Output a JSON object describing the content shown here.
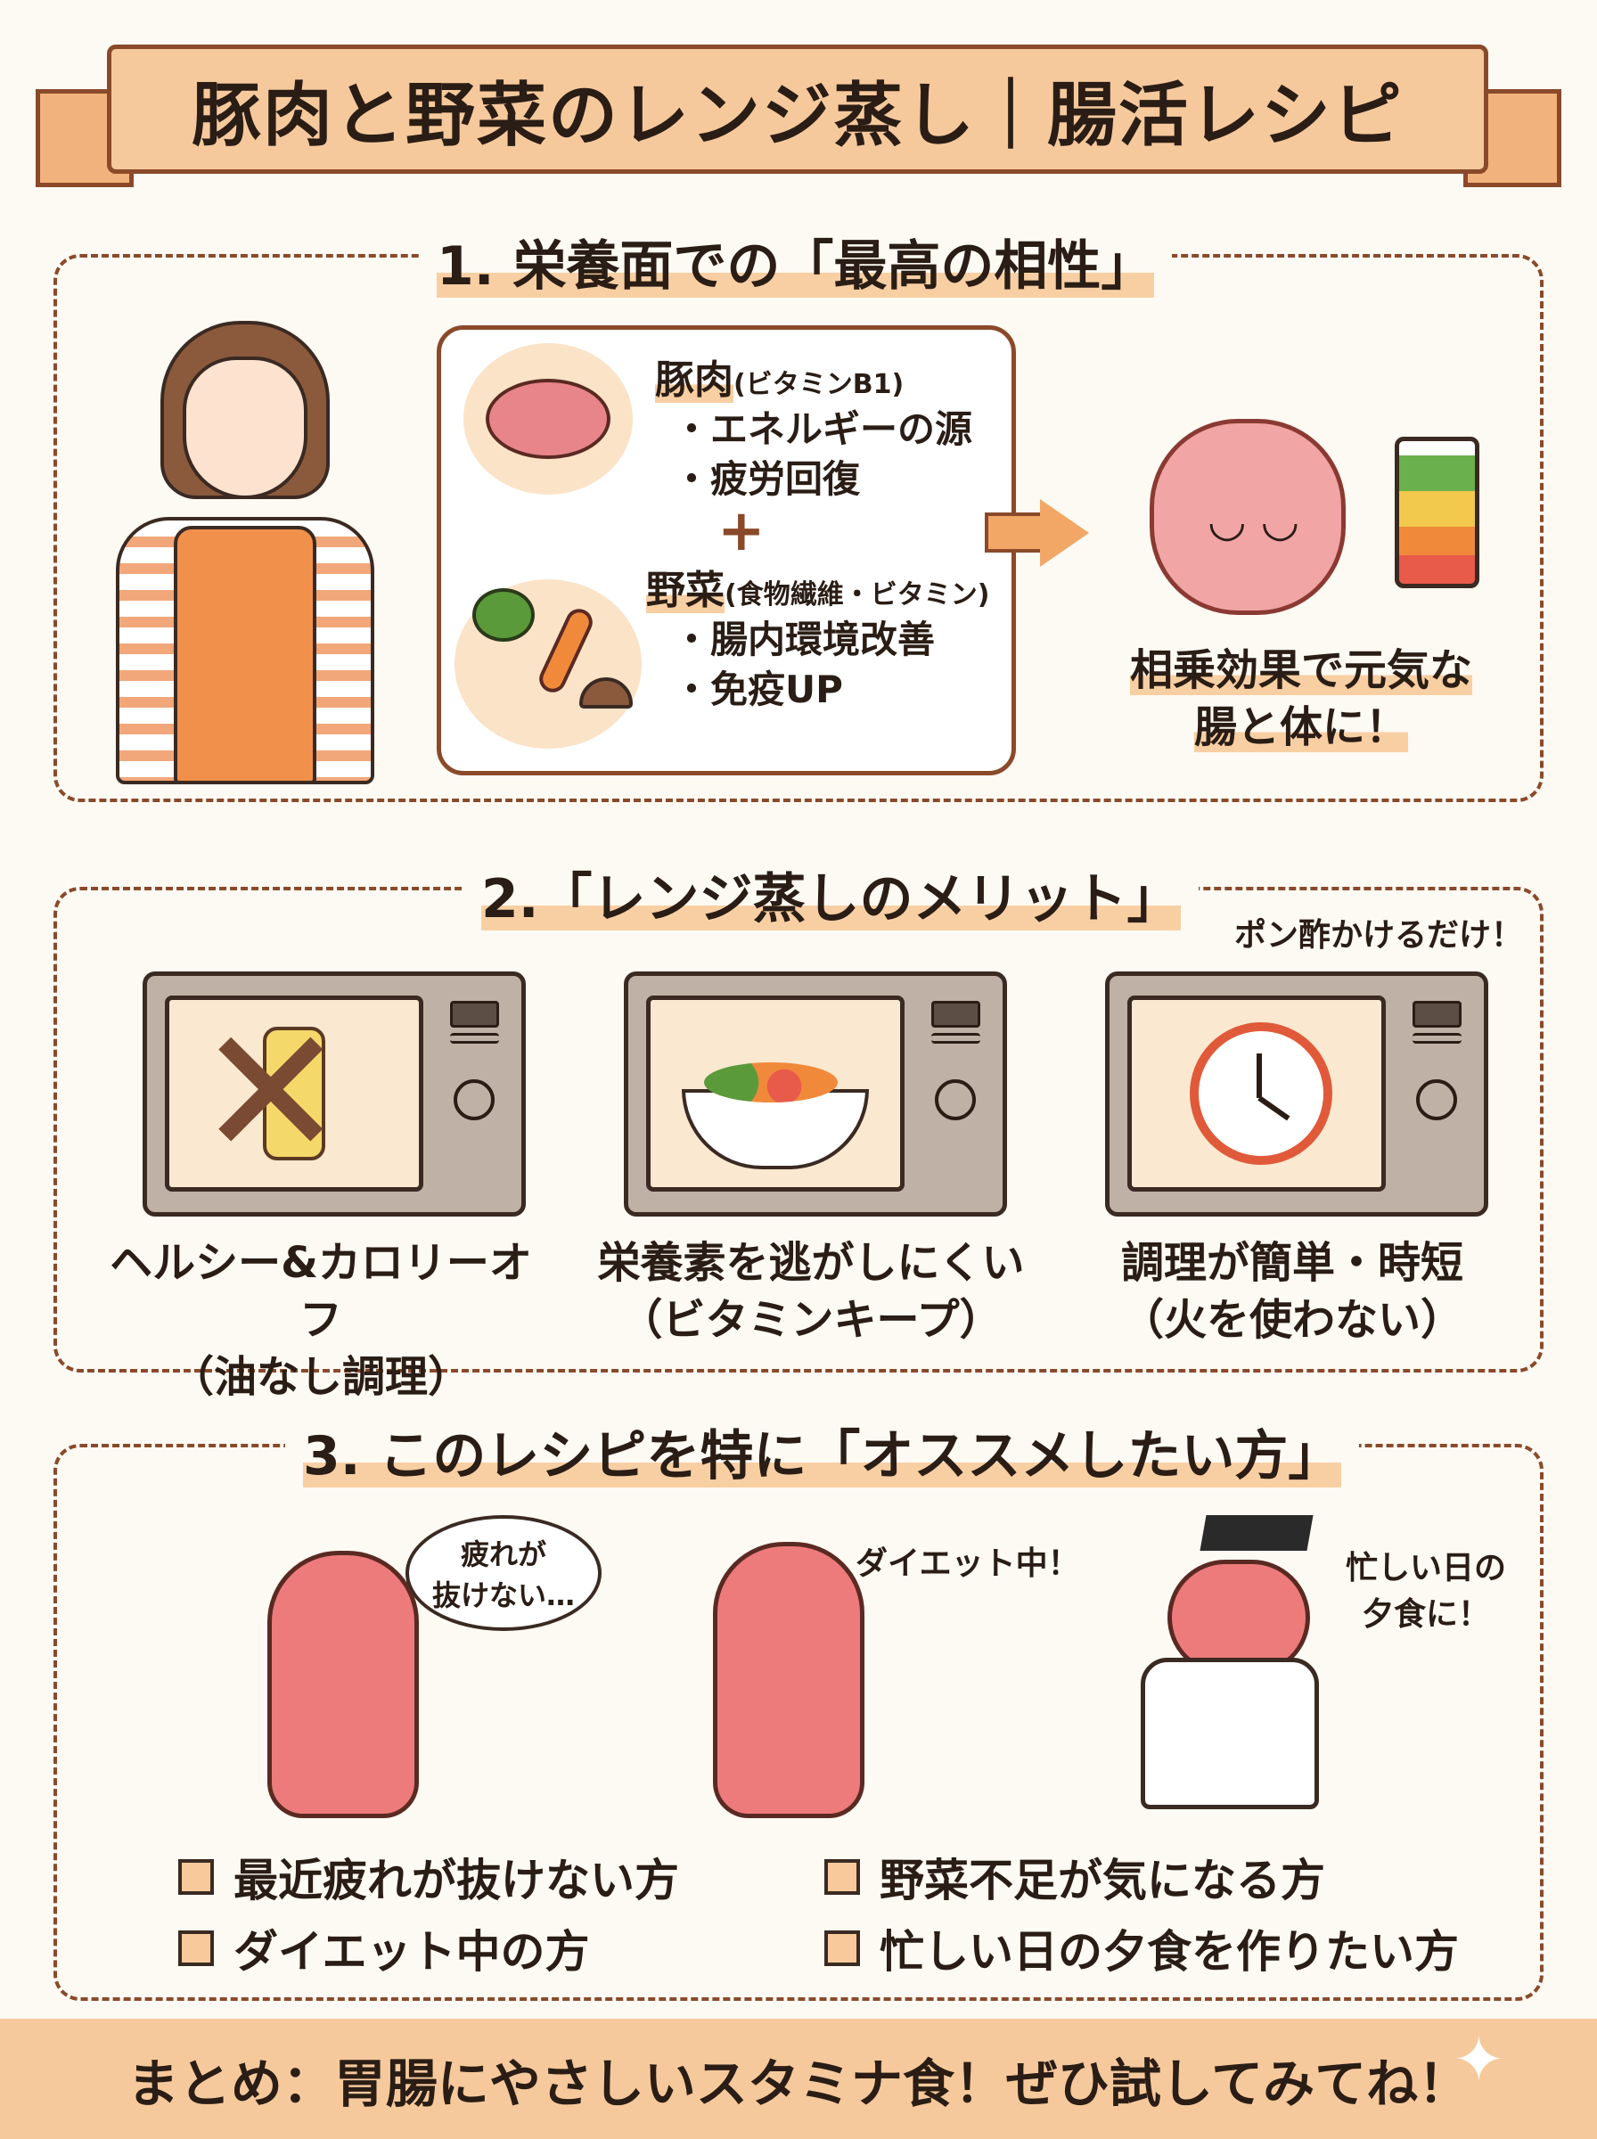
{
  "title": "豚肉と野菜のレンジ蒸し｜腸活レシピ",
  "section1": {
    "heading": "1. 栄養面での「最高の相性」",
    "pork": {
      "title": "豚肉",
      "sub": "(ビタミンB1)",
      "items": [
        "・エネルギーの源",
        "・疲労回復"
      ]
    },
    "plus": "+",
    "veg": {
      "title": "野菜",
      "sub": "(食物繊維・ビタミン)",
      "items": [
        "・腸内環境改善",
        "・免疫UP"
      ]
    },
    "result": [
      "相乗効果で元気な",
      "腸と体に！"
    ]
  },
  "section2": {
    "heading": "2.「レンジ蒸しのメリット」",
    "note": "ポン酢かけるだけ！",
    "items": [
      {
        "line1": "ヘルシー&カロリーオフ",
        "line2": "（油なし調理）"
      },
      {
        "line1": "栄養素を逃がしにくい",
        "line2": "（ビタミンキープ）"
      },
      {
        "line1": "調理が簡単・時短",
        "line2": "（火を使わない）"
      }
    ]
  },
  "section3": {
    "heading": "3. このレシピを特に「オススメしたい方」",
    "bubbles": [
      "疲れが\n抜けない…",
      "ダイエット中！",
      "忙しい日の\n夕食に！"
    ],
    "checks": [
      "最近疲れが抜けない方",
      "野菜不足が気になる方",
      "ダイエット中の方",
      "忙しい日の夕食を作りたい方"
    ]
  },
  "footer": "まとめ：胃腸にやさしいスタミナ食！ぜひ試してみてね！",
  "colors": {
    "accent": "#f6c99c",
    "border": "#8a4a2a"
  }
}
